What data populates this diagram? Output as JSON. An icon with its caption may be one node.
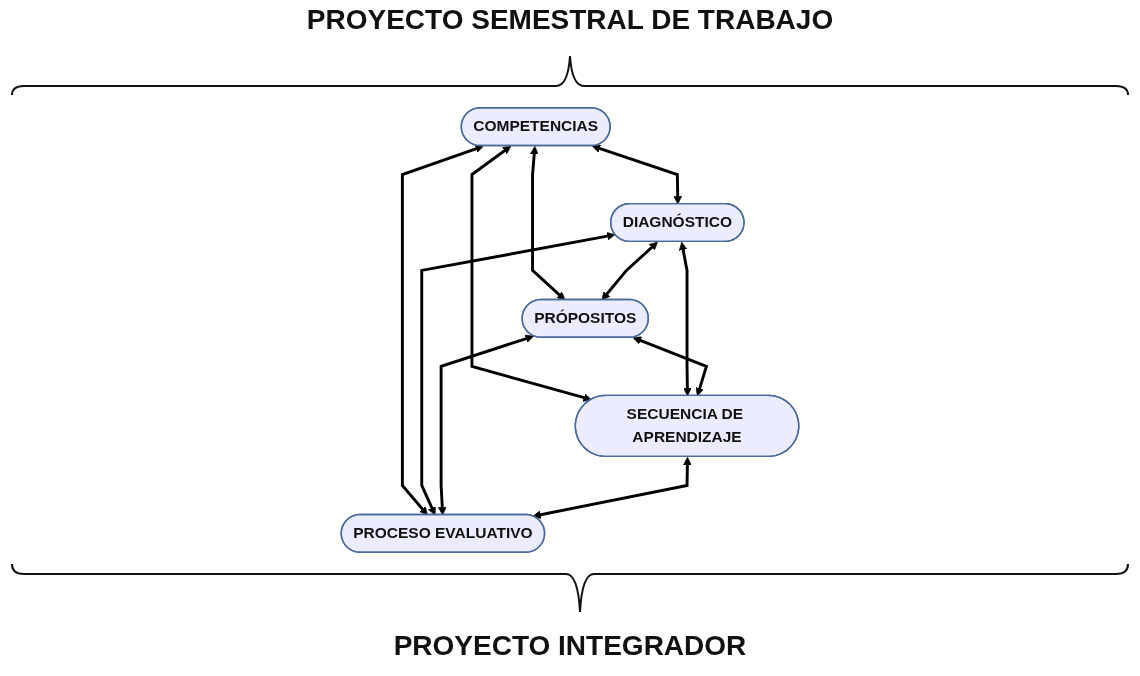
{
  "diagram": {
    "title": "PROYECTO SEMESTRAL DE TRABAJO",
    "caption": "PROYECTO INTEGRADOR",
    "nodes": [
      {
        "text": [
          "COMPETENCIAS"
        ]
      },
      {
        "text": [
          "DIAGNÓSTICO"
        ]
      },
      {
        "text": [
          "PRÓPOSITOS"
        ]
      },
      {
        "text": [
          "SECUENCIA DE APRENDIZAJE"
        ]
      },
      {
        "text": [
          "PROCESO EVALUATIVO"
        ]
      }
    ],
    "edges": [
      {
        "from": 0,
        "to": 1,
        "arrow": "both"
      },
      {
        "from": 0,
        "to": 2,
        "arrow": "both"
      },
      {
        "from": 0,
        "to": 3,
        "arrow": "both"
      },
      {
        "from": 0,
        "to": 4,
        "arrow": "both"
      },
      {
        "from": 1,
        "to": 2,
        "arrow": "both"
      },
      {
        "from": 1,
        "to": 3,
        "arrow": "both"
      },
      {
        "from": 1,
        "to": 4,
        "arrow": "both"
      },
      {
        "from": 2,
        "to": 3,
        "arrow": "both"
      },
      {
        "from": 2,
        "to": 4,
        "arrow": "both"
      },
      {
        "from": 3,
        "to": 4,
        "arrow": "both"
      }
    ]
  }
}
